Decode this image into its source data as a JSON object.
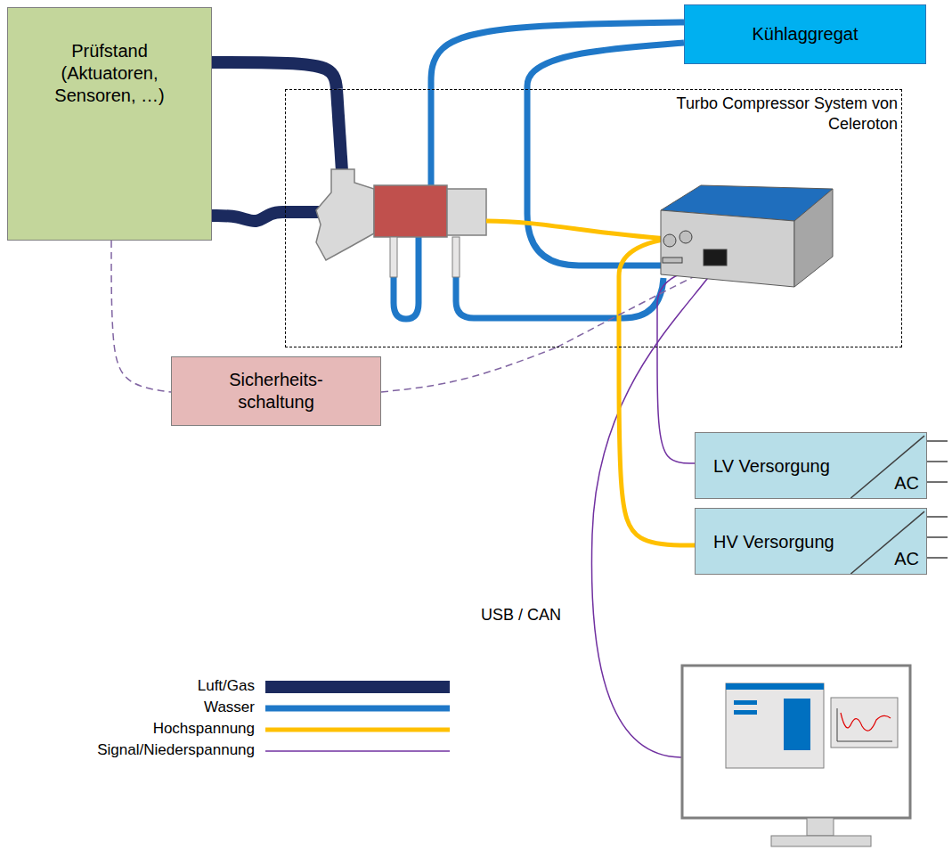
{
  "diagram": {
    "nodes": [
      {
        "text": [
          "Prüfstand (Aktuatoren, Sensoren, …)"
        ]
      },
      {
        "text": [
          "Kühlaggregat"
        ]
      },
      {
        "text": [
          "Turbo Compressor System von Celeroton"
        ]
      },
      {
        "text": [
          "Sicherheits- schaltung"
        ]
      },
      {
        "text": [
          "LV Versorgung",
          "AC"
        ]
      },
      {
        "text": [
          "HV Versorgung",
          "AC"
        ]
      }
    ],
    "edges": [
      {
        "from": 0,
        "to": 3,
        "arrow": "none"
      },
      {
        "from": 3,
        "to": 2,
        "arrow": "none"
      },
      {
        "from": 0,
        "to": 2,
        "arrow": "none"
      },
      {
        "from": 0,
        "to": 2,
        "arrow": "none"
      },
      {
        "from": 1,
        "to": 2,
        "arrow": "none"
      },
      {
        "from": 1,
        "to": 2,
        "arrow": "none"
      },
      {
        "from": 4,
        "to": 2,
        "arrow": "none"
      },
      {
        "from": 5,
        "to": 2,
        "arrow": "none"
      }
    ],
    "labels": [
      "USB / CAN"
    ],
    "legend": [
      {
        "text": "Luft/Gas"
      },
      {
        "text": "Wasser"
      },
      {
        "text": "Hochspannung"
      },
      {
        "text": "Signal/Niederspannung"
      }
    ]
  }
}
